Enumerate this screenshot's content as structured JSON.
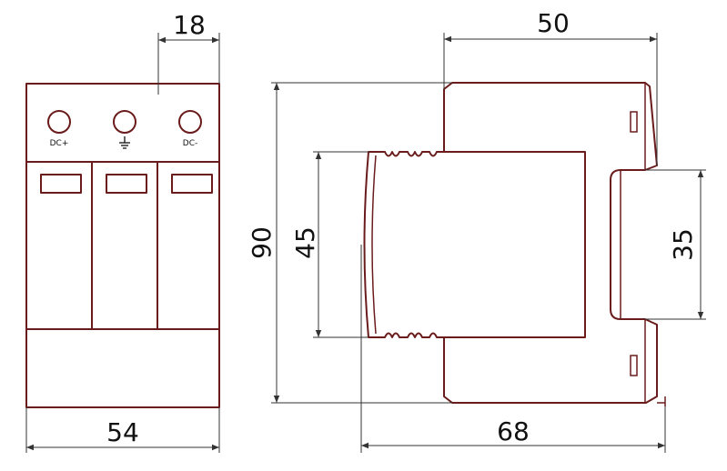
{
  "front_view": {
    "terminals": [
      {
        "label": "DC+"
      },
      {
        "label": ""
      },
      {
        "label": "DC-"
      }
    ],
    "ground_symbol": "earth-ground-icon"
  },
  "dimensions": {
    "module_width": "18",
    "total_width": "54",
    "height": "90",
    "cover_height": "45",
    "depth_top": "50",
    "depth_total": "68",
    "rail": "35"
  },
  "colors": {
    "outline": "#6a1c1c",
    "dimension": "#333333"
  }
}
